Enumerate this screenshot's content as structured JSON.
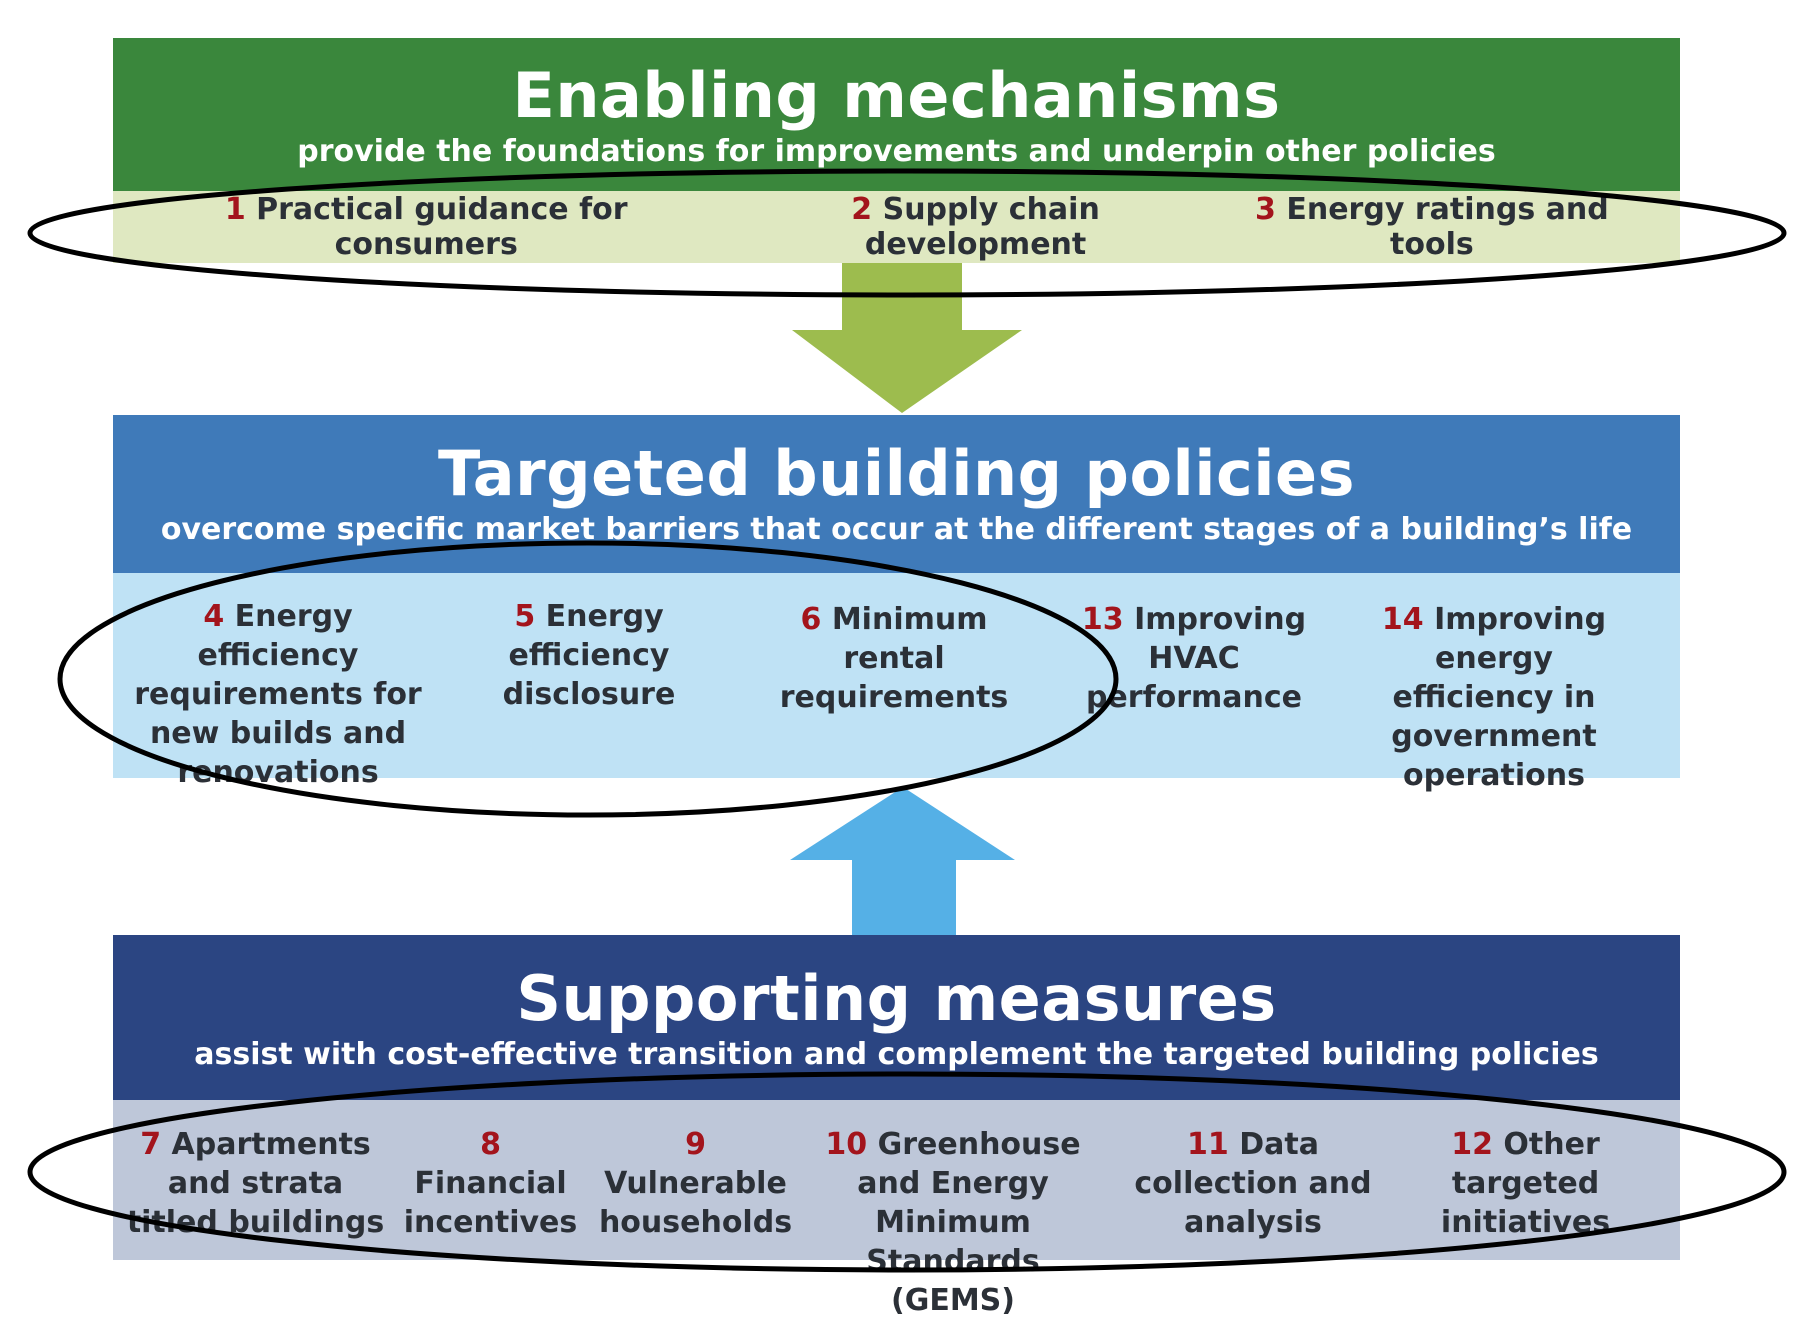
{
  "enabling": {
    "title": "Enabling mechanisms",
    "subtitle": "provide the foundations for improvements and underpin other policies",
    "color": "#3a873c",
    "band_color": "#dfe8c1",
    "items": [
      {
        "num": "1",
        "text": "Practical guidance for consumers"
      },
      {
        "num": "2",
        "text": "Supply chain development"
      },
      {
        "num": "3",
        "text": "Energy ratings and tools"
      }
    ]
  },
  "targeted": {
    "title": "Targeted building policies",
    "subtitle": "overcome specific market barriers that occur at the different stages of a building’s life",
    "color": "#3f7ab9",
    "band_color": "#bfe2f5",
    "items": [
      {
        "num": "4",
        "text": "Energy efficiency requirements for new builds and renovations"
      },
      {
        "num": "5",
        "text": "Energy efficiency disclosure"
      },
      {
        "num": "6",
        "text": "Minimum rental requirements"
      },
      {
        "num": "13",
        "text": "Improving HVAC performance"
      },
      {
        "num": "14",
        "text": "Improving energy efficiency in government operations"
      }
    ]
  },
  "supporting": {
    "title": "Supporting measures",
    "subtitle": "assist with cost-effective transition and complement the targeted building policies",
    "color": "#2b4582",
    "band_color": "#bec7d9",
    "items": [
      {
        "num": "7",
        "text": "Apartments and strata titled buildings"
      },
      {
        "num": "8",
        "text": "Financial incentives"
      },
      {
        "num": "9",
        "text": "Vulnerable households"
      },
      {
        "num": "10",
        "text": "Greenhouse and Energy Minimum Standards (GEMS)"
      },
      {
        "num": "11",
        "text": "Data collection and analysis"
      },
      {
        "num": "12",
        "text": "Other targeted initiatives"
      }
    ]
  },
  "arrows": {
    "down_arrow_color": "#9dbc4e",
    "up_arrow_color": "#55b0e6"
  },
  "highlight_ellipses": {
    "color": "#000000",
    "circled_groups": [
      "items 1-3",
      "items 4-6",
      "items 7-12"
    ]
  }
}
